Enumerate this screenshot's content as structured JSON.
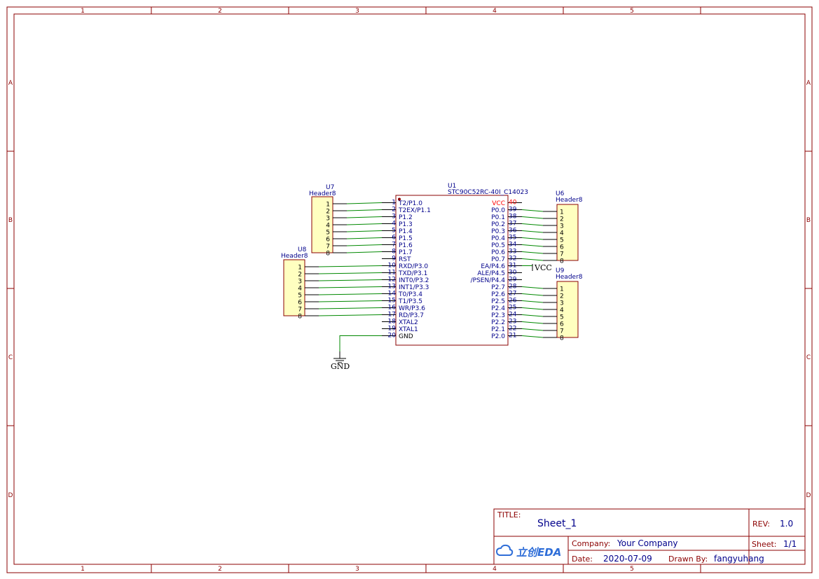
{
  "border": {
    "columns": [
      "1",
      "2",
      "3",
      "4",
      "5"
    ],
    "rows": [
      "A",
      "B",
      "C",
      "D"
    ]
  },
  "u1": {
    "ref": "U1",
    "value": "STC90C52RC-40I_C14023",
    "left_pins": [
      {
        "num": "1",
        "name": "T2/P1.0"
      },
      {
        "num": "2",
        "name": "T2EX/P1.1"
      },
      {
        "num": "3",
        "name": "P1.2"
      },
      {
        "num": "4",
        "name": "P1.3"
      },
      {
        "num": "5",
        "name": "P1.4"
      },
      {
        "num": "6",
        "name": "P1.5"
      },
      {
        "num": "7",
        "name": "P1.6"
      },
      {
        "num": "8",
        "name": "P1.7"
      },
      {
        "num": "9",
        "name": "RST"
      },
      {
        "num": "10",
        "name": "RXD/P3.0"
      },
      {
        "num": "11",
        "name": "TXD/P3.1"
      },
      {
        "num": "12",
        "name": "INT0/P3.2"
      },
      {
        "num": "13",
        "name": "INT1/P3.3"
      },
      {
        "num": "14",
        "name": "T0/P3.4"
      },
      {
        "num": "15",
        "name": "T1/P3.5"
      },
      {
        "num": "16",
        "name": "WR/P3.6"
      },
      {
        "num": "17",
        "name": "RD/P3.7"
      },
      {
        "num": "18",
        "name": "XTAL2"
      },
      {
        "num": "19",
        "name": "XTAL1"
      },
      {
        "num": "20",
        "name": "GND"
      }
    ],
    "right_pins": [
      {
        "num": "40",
        "name": "VCC"
      },
      {
        "num": "39",
        "name": "P0.0"
      },
      {
        "num": "38",
        "name": "P0.1"
      },
      {
        "num": "37",
        "name": "P0.2"
      },
      {
        "num": "36",
        "name": "P0.3"
      },
      {
        "num": "35",
        "name": "P0.4"
      },
      {
        "num": "34",
        "name": "P0.5"
      },
      {
        "num": "33",
        "name": "P0.6"
      },
      {
        "num": "32",
        "name": "P0.7"
      },
      {
        "num": "31",
        "name": "EA/P4.6"
      },
      {
        "num": "30",
        "name": "ALE/P4.5"
      },
      {
        "num": "29",
        "name": "/PSEN/P4.4"
      },
      {
        "num": "28",
        "name": "P2.7"
      },
      {
        "num": "27",
        "name": "P2.6"
      },
      {
        "num": "26",
        "name": "P2.5"
      },
      {
        "num": "25",
        "name": "P2.4"
      },
      {
        "num": "24",
        "name": "P2.3"
      },
      {
        "num": "23",
        "name": "P2.2"
      },
      {
        "num": "22",
        "name": "P2.1"
      },
      {
        "num": "21",
        "name": "P2.0"
      }
    ]
  },
  "headers": {
    "u7": {
      "ref": "U7",
      "value": "Header8"
    },
    "u8": {
      "ref": "U8",
      "value": "Header8"
    },
    "u6": {
      "ref": "U6",
      "value": "Header8"
    },
    "u9": {
      "ref": "U9",
      "value": "Header8"
    },
    "pins": [
      "1",
      "2",
      "3",
      "4",
      "5",
      "6",
      "7",
      "8"
    ]
  },
  "power": {
    "vcc": "VCC",
    "gnd": "GND"
  },
  "title_block": {
    "title_label": "TITLE:",
    "title": "Sheet_1",
    "rev_label": "REV:",
    "rev": "1.0",
    "logo_text": "立创EDA",
    "company_label": "Company:",
    "company": "Your Company",
    "sheet_label": "Sheet:",
    "sheet": "1/1",
    "date_label": "Date:",
    "date": "2020-07-09",
    "drawn_label": "Drawn By:",
    "drawn_by": "fangyuhang"
  },
  "colors": {
    "frame": "#8b0000",
    "wire": "#008800",
    "pin_name": "#00008b",
    "pin_num": "#8b0000",
    "vcc_pin": "#ff0000",
    "header_fill": "#ffffc0",
    "label": "#00008b",
    "logo": "#2f6ed8"
  }
}
